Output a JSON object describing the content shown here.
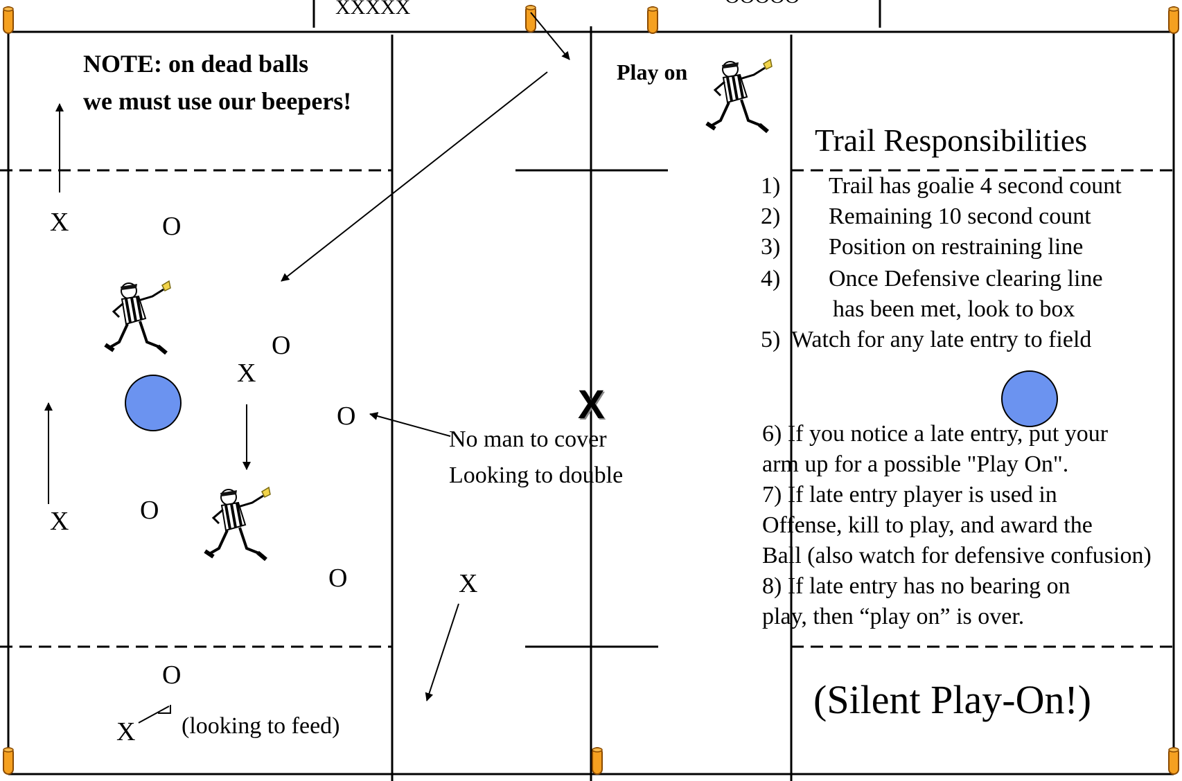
{
  "bench": {
    "left": "XXXXX",
    "right": "OOOOO"
  },
  "note": {
    "line1": "NOTE: on dead balls",
    "line2": "we must use our beepers!"
  },
  "play_on_label": "Play on",
  "trail_title": "Trail Responsibilities",
  "responsibilities": [
    {
      "num": "1)",
      "text": "Trail has goalie 4 second count"
    },
    {
      "num": "2)",
      "text": "Remaining 10 second count"
    },
    {
      "num": "3)",
      "text": "Position on restraining line"
    },
    {
      "num": "4)",
      "text": "Once Defensive clearing line",
      "cont": "has been met, look to box"
    },
    {
      "num": "5)",
      "text": "Watch for any late entry to field"
    }
  ],
  "late_entry": [
    "6) If you notice a late entry, put your",
    "arm up for a possible \"Play On\".",
    "7) If late entry player is used in",
    "Offense, kill to play, and award the",
    "Ball (also watch for defensive confusion)",
    "8) If late entry has no bearing on",
    "play, then “play on” is over."
  ],
  "no_man": {
    "line1": "No man to cover",
    "line2": "Looking to double"
  },
  "looking_to_feed": "(looking to feed)",
  "silent_play_on": "(Silent Play-On!)",
  "players": {
    "x": [
      "X",
      "X",
      "X",
      "X",
      "X",
      "X"
    ],
    "o": [
      "O",
      "O",
      "O",
      "O",
      "O",
      "O"
    ]
  },
  "colors": {
    "goal_fill": "#6b93f0",
    "cone_fill": "#f5a020",
    "cone_stroke": "#8a4a00",
    "line": "#000000"
  },
  "icons": [
    "referee-icon",
    "goal-crease-icon",
    "cone-icon",
    "arrow-icon"
  ]
}
